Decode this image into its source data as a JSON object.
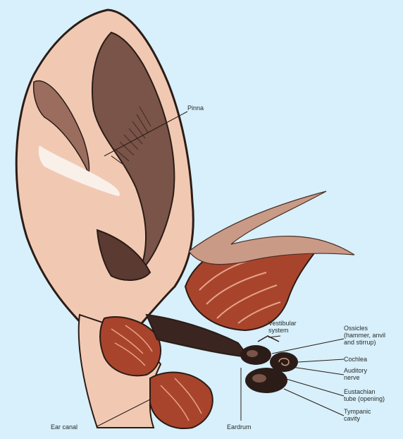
{
  "labels": {
    "pinna": "Pinna",
    "vestibular_system": [
      "Vestibular",
      "system"
    ],
    "ossicles": [
      "Ossicles",
      "(hammer, anvil",
      "and stirrup)"
    ],
    "cochlea": "Cochlea",
    "auditory_nerve": [
      "Auditory",
      "nerve"
    ],
    "eustachian_tube": [
      "Eustachian",
      "tube (opening)"
    ],
    "tympanic_cavity": [
      "Tympanic",
      "cavity"
    ],
    "ear_canal": "Ear canal",
    "eardrum": "Eardrum"
  },
  "colors": {
    "background": "#d7f0fb",
    "skin": "#f1c9b3",
    "skin_shadow": "#d7a48c",
    "outline": "#2b1c17",
    "hair": "#6b4a3d",
    "muscle": "#a9442c",
    "muscle_light": "#d98a6f",
    "canal_dark": "#3a2520"
  }
}
